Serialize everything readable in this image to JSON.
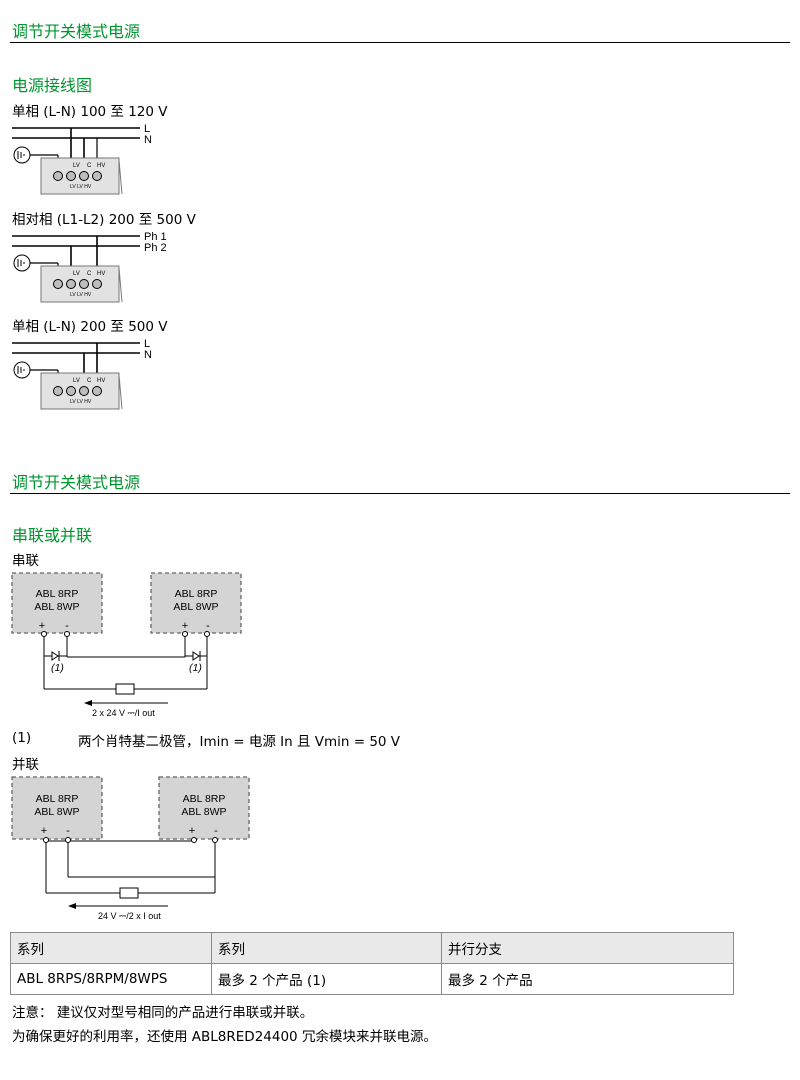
{
  "section1": {
    "title": "调节开关模式电源",
    "subtitle": "电源接线图",
    "wirings": [
      {
        "label": "单相 (L-N) 100 至 120 V",
        "lines": [
          "L",
          "N"
        ],
        "terminals": [
          "LV",
          "C",
          "HV"
        ],
        "terminal_sub": "LV  LV  HV"
      },
      {
        "label": "相对相 (L1-L2) 200 至 500 V",
        "lines": [
          "Ph 1",
          "Ph 2"
        ],
        "terminals": [
          "LV",
          "C",
          "HV"
        ],
        "terminal_sub": "LV  LV  HV"
      },
      {
        "label": "单相 (L-N) 200 至 500 V",
        "lines": [
          "L",
          "N"
        ],
        "terminals": [
          "LV",
          "C",
          "HV"
        ],
        "terminal_sub": "LV  LV  HV"
      }
    ]
  },
  "section2": {
    "title": "调节开关模式电源",
    "subtitle": "串联或并联",
    "series": {
      "label": "串联",
      "box_line1": "ABL 8RP",
      "box_line2": "ABL 8WP",
      "plus": "+",
      "minus": "-",
      "diode_label": "(1)",
      "output": "2 x 24 V ⎓/I out"
    },
    "footnote": {
      "marker": "(1)",
      "text": "两个肖特基二极管，Imin = 电源 In 且 Vmin = 50 V"
    },
    "parallel": {
      "label": "并联",
      "box_line1": "ABL 8RP",
      "box_line2": "ABL 8WP",
      "plus": "+",
      "minus": "-",
      "output": "24 V ⎓/2 x I out"
    },
    "table": {
      "headers": [
        "系列",
        "系列",
        "并行分支"
      ],
      "rows": [
        [
          "ABL 8RPS/8RPM/8WPS",
          "最多 2 个产品 (1)",
          "最多 2 个产品"
        ]
      ]
    },
    "notes": [
      "注意：  建议仅对型号相同的产品进行串联或并联。",
      "为确保更好的利用率，还使用 ABL8RED24400 冗余模块来并联电源。"
    ]
  }
}
